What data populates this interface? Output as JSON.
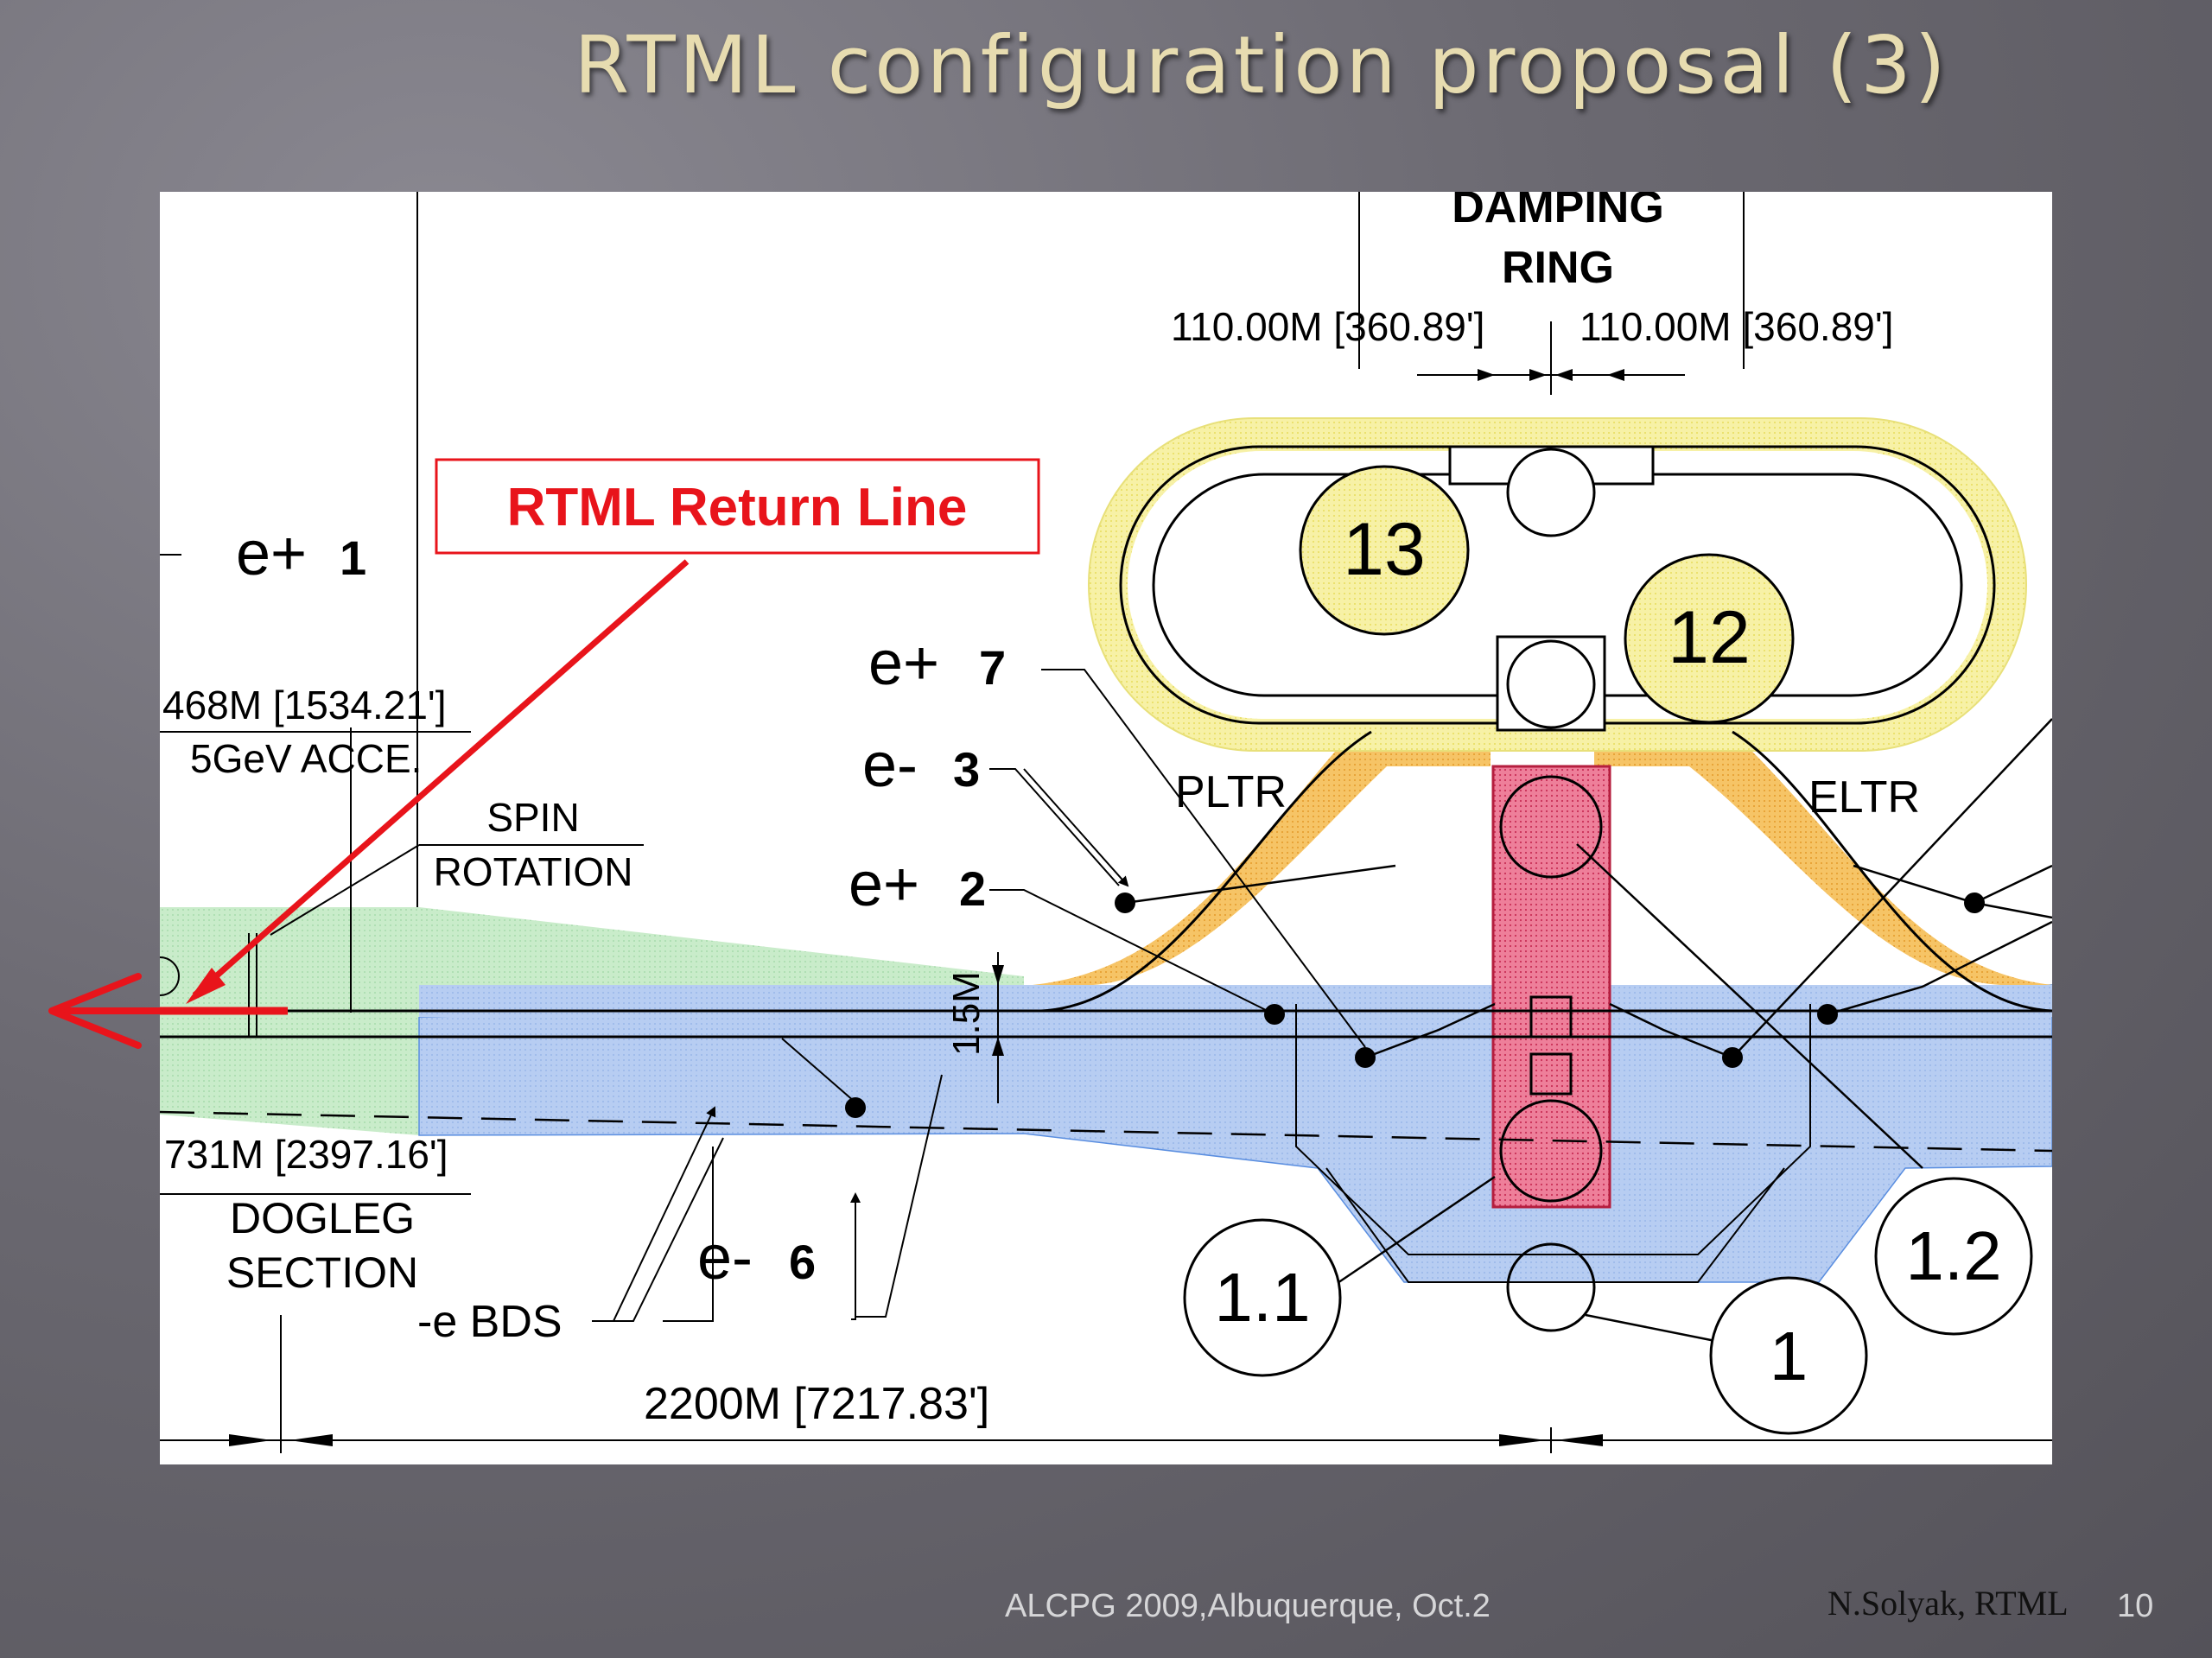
{
  "slide": {
    "title": "RTML configuration proposal (3)",
    "footer_left": "ALCPG 2009,Albuquerque, Oct.2",
    "footer_right": "N.Solyak, RTML",
    "page_number": "10"
  },
  "colors": {
    "background": "#66646b",
    "title": "#e7dcb0",
    "annotation_red": "#e8141b",
    "damping_ring_yellow": "#f4ec8c",
    "transfer_orange": "#f2b347",
    "section_red": "#e24a6e",
    "bds_blue": "#a9c4ef",
    "dogleg_green": "#bfe8c4"
  },
  "diagram": {
    "damping_ring_label_1": "DAMPING",
    "damping_ring_label_2": "RING",
    "dim_left": "110.00M [360.89']",
    "dim_right": "110.00M [360.89']",
    "return_line_label": "RTML Return Line",
    "e_plus_1_prefix": "e+",
    "e_plus_1_num": "1",
    "e_plus_7_prefix": "e+",
    "e_plus_7_num": "7",
    "e_minus_3_prefix": "e-",
    "e_minus_3_num": "3",
    "e_plus_2_prefix": "e+",
    "e_plus_2_num": "2",
    "e_minus_6_prefix": "e-",
    "e_minus_6_num": "6",
    "accel_length": "468M [1534.21']",
    "accel_label": "5GeV ACCE.",
    "spin_label_1": "SPIN",
    "spin_label_2": "ROTATION",
    "pltr": "PLTR",
    "eltr": "ELTR",
    "offset_label": "1.5M",
    "dogleg_length": "731M [2397.16']",
    "dogleg_label_1": "DOGLEG",
    "dogleg_label_2": "SECTION",
    "bds_label": "-e BDS",
    "total_length": "2200M [7217.83']",
    "circle_13": "13",
    "circle_12": "12",
    "circle_1_1": "1.1",
    "circle_1_2": "1.2",
    "circle_1": "1"
  }
}
